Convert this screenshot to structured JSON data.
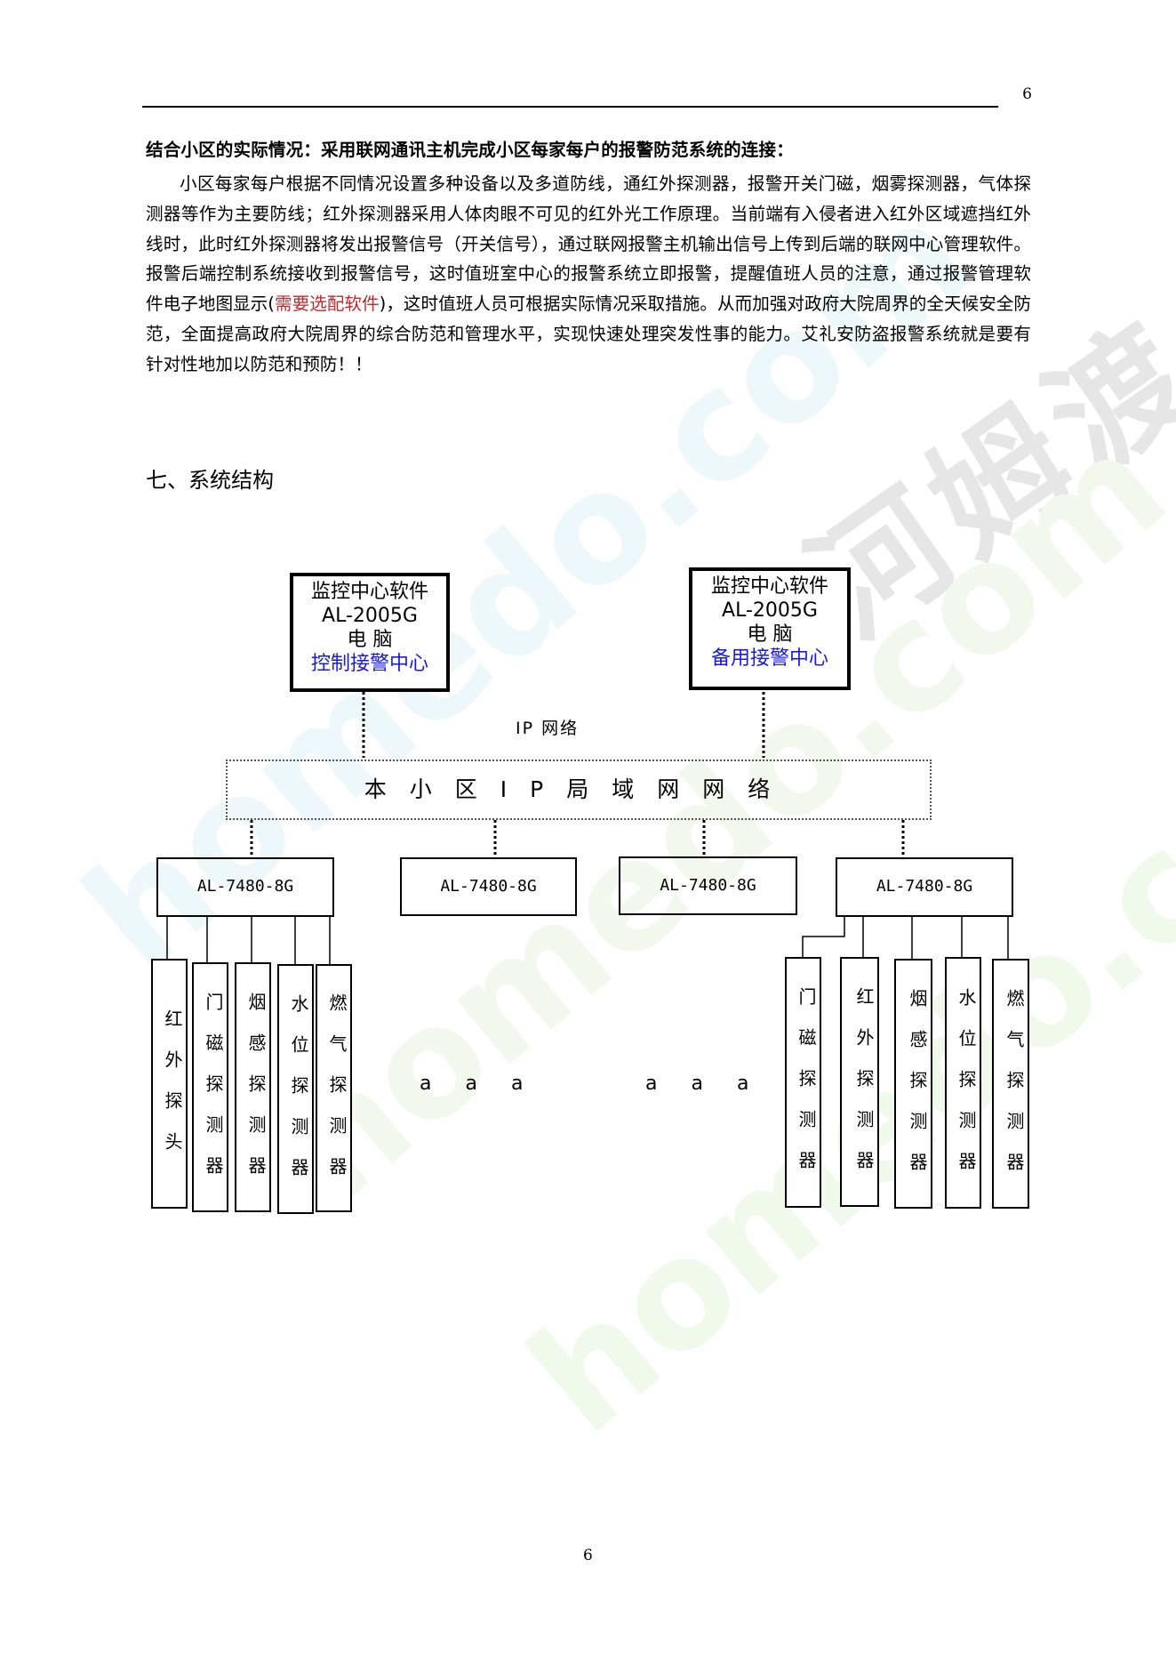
{
  "page": {
    "header_number": "6",
    "footer_number": "6"
  },
  "watermarks": {
    "cn": "河姆渡",
    "en": "homedo.com"
  },
  "section_heading": "结合小区的实际情况：采用联网通讯主机完成小区每家每户的报警防范系统的连接：",
  "paragraph": {
    "part1": "小区每家每户根据不同情况设置多种设备以及多道防线，通红外探测器，报警开关门磁，烟雾探测器，气体探测器等作为主要防线；红外探测器采用人体肉眼不可见的红外光工作原理。当前端有入侵者进入红外区域遮挡红外线时，此时红外探测器将发出报警信号（开关信号），通过联网报警主机输出信号上传到后端的联网中心管理软件。报警后端控制系统接收到报警信号，这时值班室中心的报警系统立即报警，提醒值班人员的注意，通过报警管理软件电子地图显示(",
    "highlight": "需要选配软件",
    "part2": ")，这时值班人员可根据实际情况采取措施。从而加强对政府大院周界的全天候安全防范，全面提高政府大院周界的综合防范和管理水平，实现快速处理突发性事的能力。艾礼安防盗报警系统就是要有针对性地加以防范和预防！！"
  },
  "section7_title": "七、系统结构",
  "diagram": {
    "center_left": {
      "line1": "监控中心软件",
      "line2": "AL-2005G",
      "line3": "电 脑",
      "line4": "控制接警中心"
    },
    "center_right": {
      "line1": "监控中心软件",
      "line2": "AL-2005G",
      "line3": "电 脑",
      "line4": "备用接警中心"
    },
    "ip_network_label": "IP 网络",
    "lan_label": "本小区IP局域网网络",
    "hosts": [
      "AL-7480-8G",
      "AL-7480-8G",
      "AL-7480-8G",
      "AL-7480-8G"
    ],
    "left_sensors": [
      "红外探头",
      "门磁探测器",
      "烟感探测器",
      "水位探测器",
      "燃气探测器"
    ],
    "right_sensors": [
      "门磁探测器",
      "红外探测器",
      "烟感探测器",
      "水位探测器",
      "燃气探测器"
    ],
    "ellipsis_left": "ааа",
    "ellipsis_right": "ааа"
  }
}
